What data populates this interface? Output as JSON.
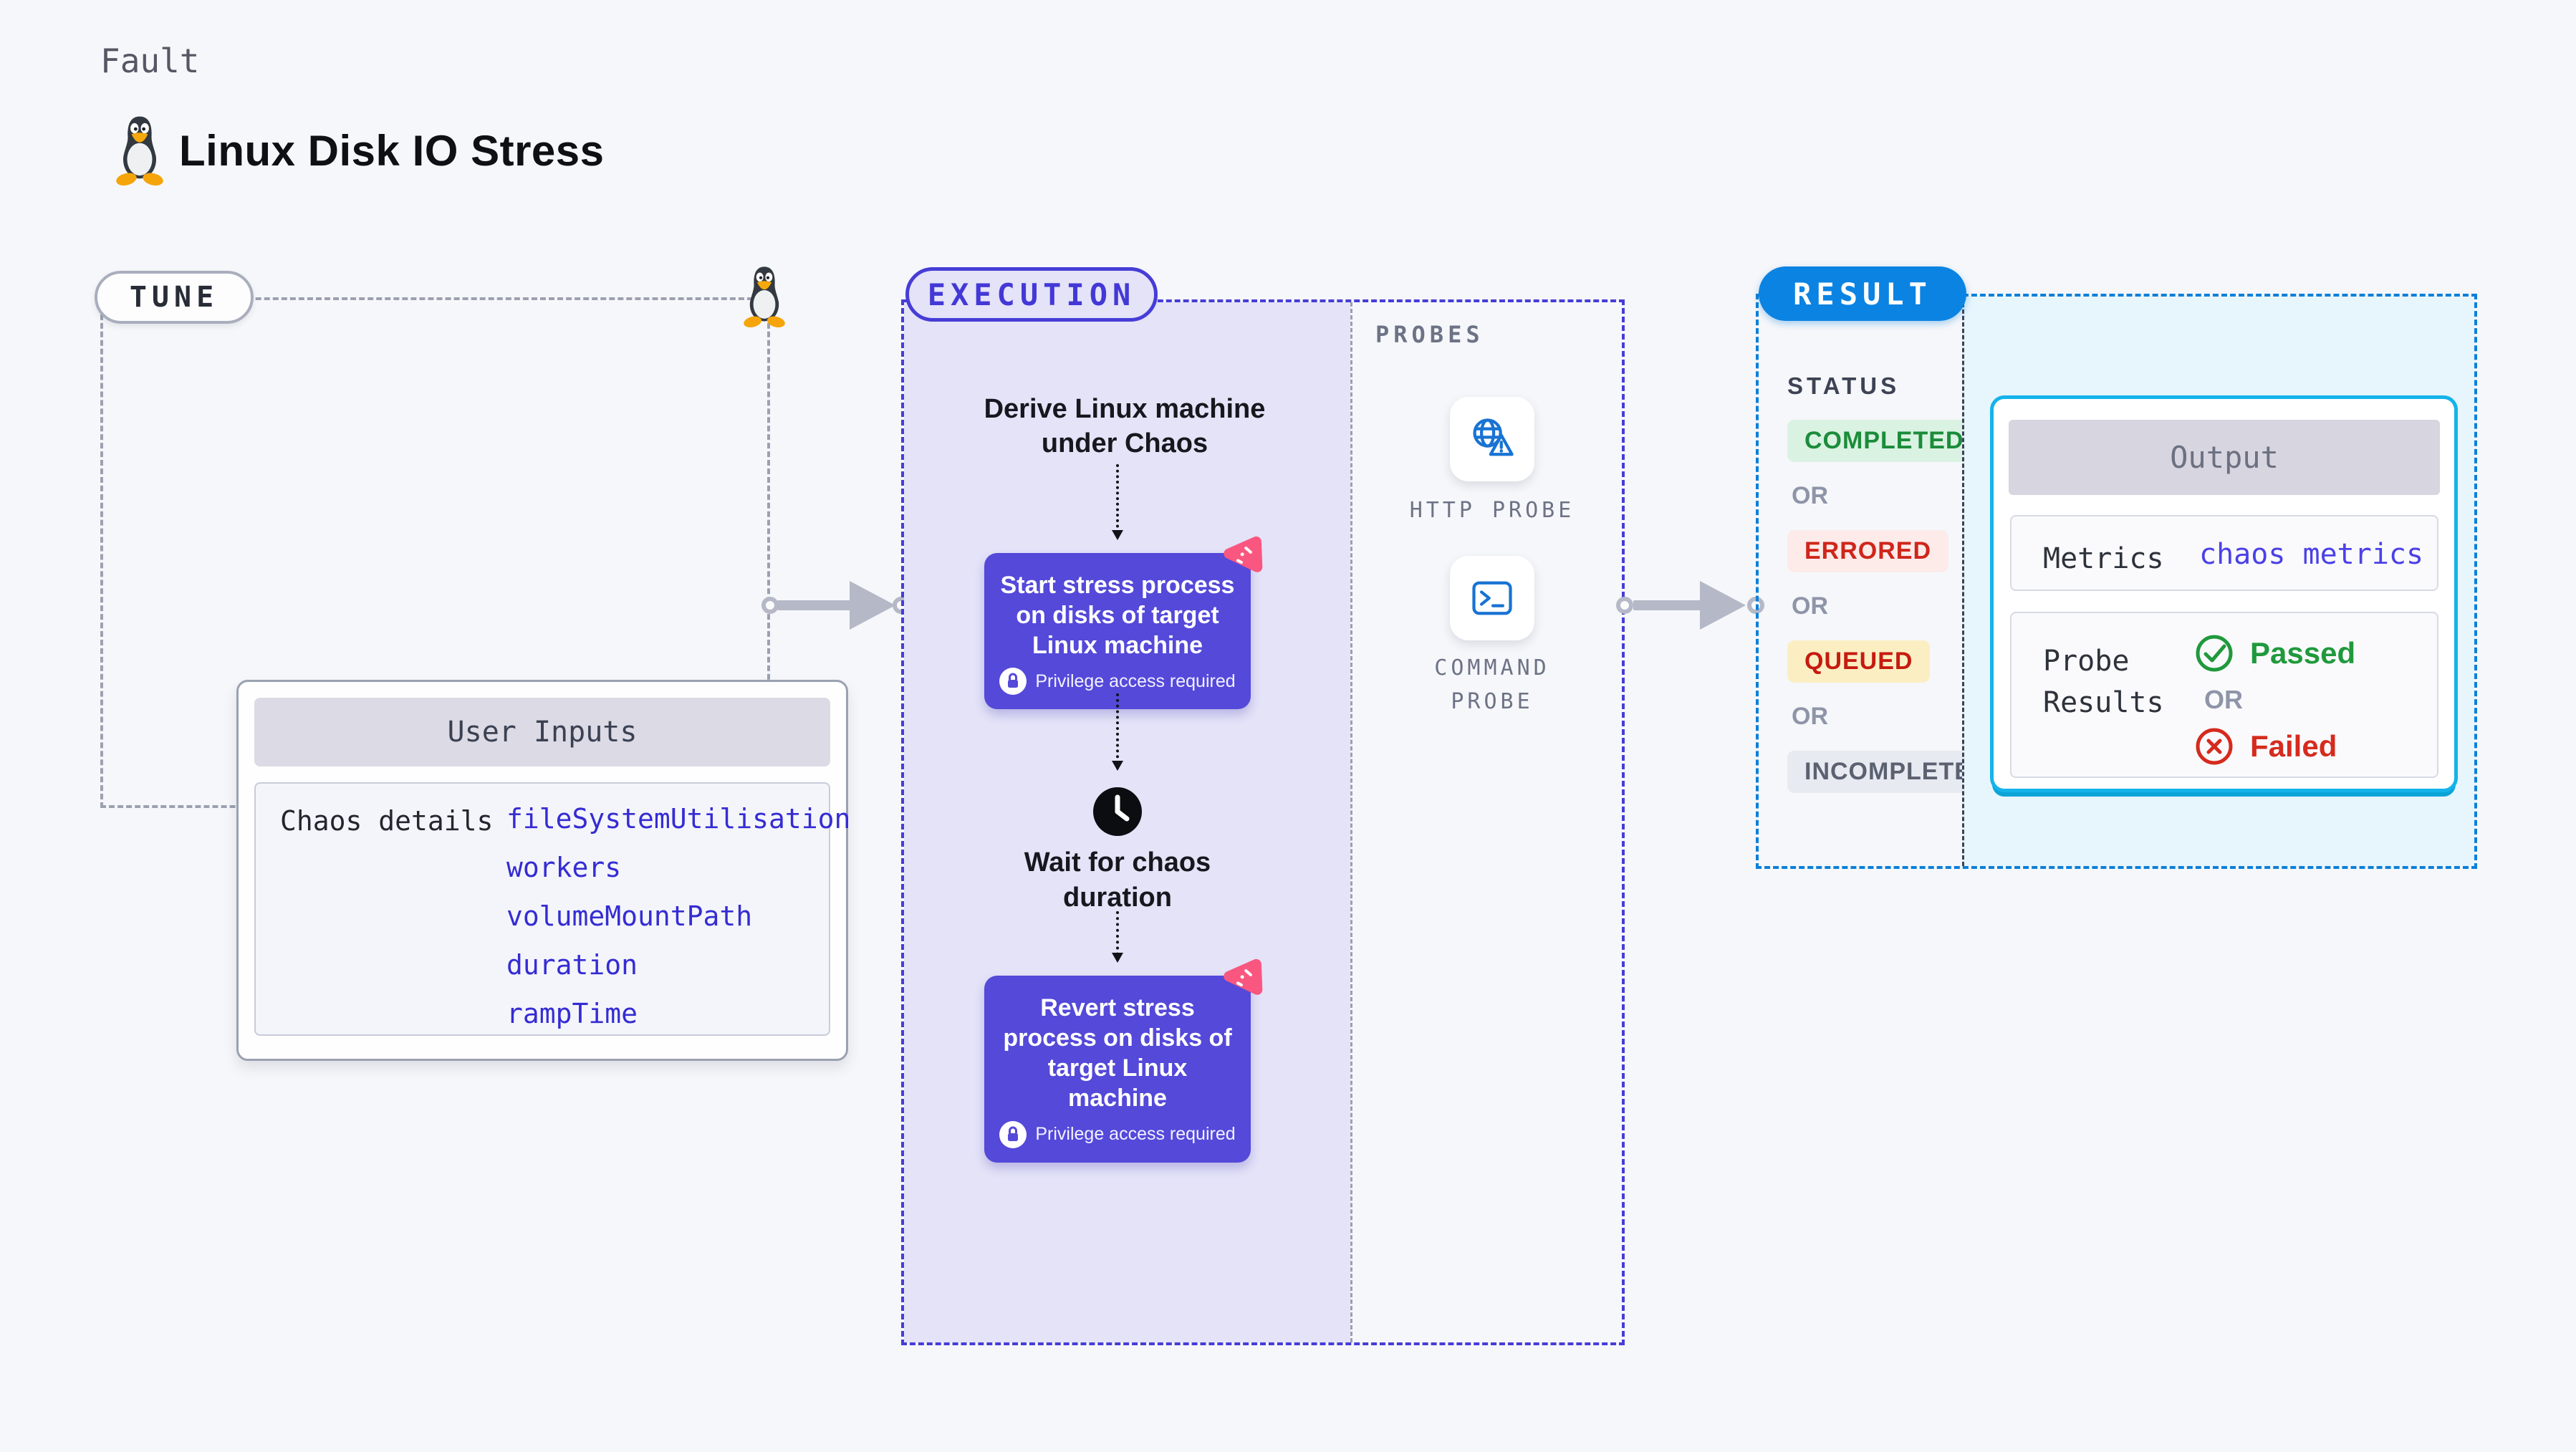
{
  "header": {
    "kicker": "Fault",
    "title": "Linux Disk IO Stress"
  },
  "tune": {
    "badge": "TUNE",
    "user_inputs": {
      "title": "User Inputs",
      "row_label": "Chaos details",
      "values": [
        "fileSystemUtilisation",
        "workers",
        "volumeMountPath",
        "duration",
        "rampTime"
      ]
    }
  },
  "execution": {
    "badge": "EXECUTION",
    "derive_label": "Derive Linux machine under Chaos",
    "tasks": [
      {
        "label": "Start stress process on disks of target Linux machine",
        "note": "Privilege access required"
      },
      {
        "label": "Revert stress process on disks of target Linux machine",
        "note": "Privilege access required"
      }
    ],
    "wait_label": "Wait for chaos duration",
    "probes": {
      "title": "PROBES",
      "items": [
        {
          "label": "HTTP PROBE"
        },
        {
          "label": "COMMAND PROBE"
        }
      ]
    }
  },
  "result": {
    "badge": "RESULT",
    "status": {
      "title": "STATUS",
      "or_label": "OR",
      "items": [
        {
          "label": "COMPLETED",
          "kind": "completed"
        },
        {
          "label": "ERRORED",
          "kind": "errored"
        },
        {
          "label": "QUEUED",
          "kind": "queued"
        },
        {
          "label": "INCOMPLETED",
          "kind": "incompleted"
        }
      ]
    },
    "output": {
      "title": "Output",
      "metrics_label": "Metrics",
      "metrics_value": "chaos metrics",
      "probe_results_label": "Probe Results",
      "passed_label": "Passed",
      "or_label": "OR",
      "failed_label": "Failed"
    }
  },
  "colors": {
    "page_background": "#f6f7fa",
    "execution_accent": "#463dd7",
    "execution_fill": "#e4e3f8",
    "task_purple": "#5449d9",
    "chaos_pink": "#f9577f",
    "result_blue": "#0b83e2",
    "output_cyan_border": "#14b3ea",
    "output_cyan_fill": "#e7f5fc",
    "input_value_blue": "#352cd3",
    "metrics_value_blue": "#4b41e6",
    "success_green": "#20993c",
    "error_red": "#d52b1e",
    "probe_icon_blue": "#1873d3",
    "tux_yellow": "#f5a50a"
  }
}
